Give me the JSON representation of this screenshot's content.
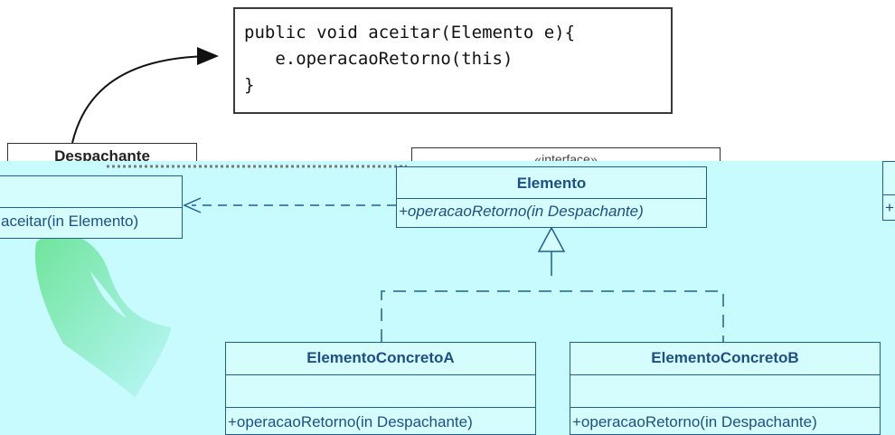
{
  "code": {
    "line1": "public void aceitar(Elemento e){",
    "line2": "   e.operacaoRetorno(this)",
    "line3": "}"
  },
  "despachante": {
    "name": "Despachante",
    "operation": "aceitar(in Elemento)"
  },
  "elemento": {
    "stereotype": "«interface»",
    "name": "Elemento",
    "operation": "+operacaoRetorno(in Despachante)"
  },
  "concreto_a": {
    "name": "ElementoConcretoA",
    "operation": "+operacaoRetorno(in Despachante)"
  },
  "concreto_b": {
    "name": "ElementoConcretoB",
    "operation": "+operacaoRetorno(in Despachante)"
  },
  "partial_class": {
    "operation_prefix": "+"
  }
}
